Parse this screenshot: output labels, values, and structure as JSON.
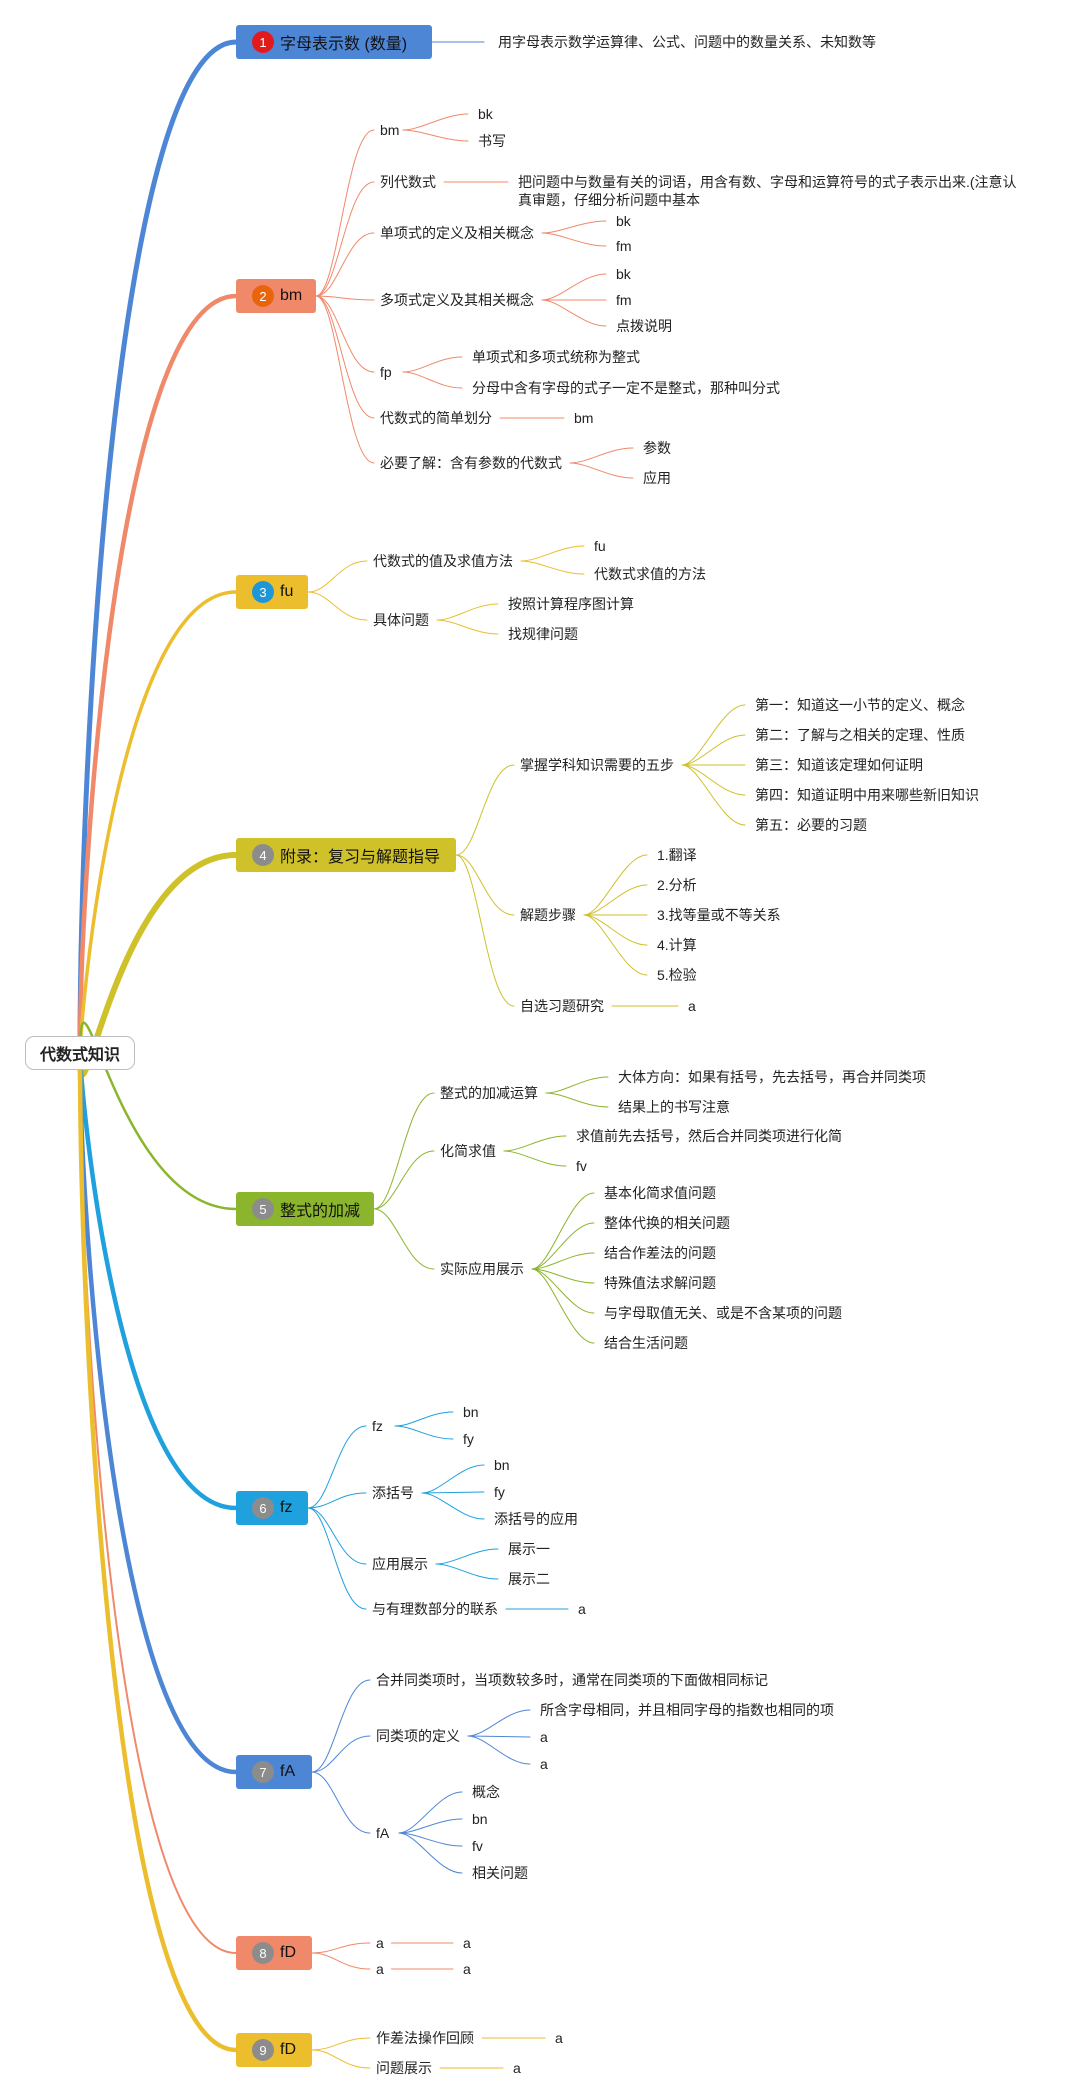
{
  "root": {
    "label": "代数式知识"
  },
  "colors": {
    "b1": "#4e86d6",
    "b2": "#f0896a",
    "b3": "#ecbe2e",
    "b4": "#cfc12a",
    "b5": "#8bb52c",
    "b6": "#1ea1dd",
    "b7": "#4e86d6",
    "b8": "#f0896a",
    "b9": "#ecbe2e"
  },
  "branches": [
    {
      "num": "1",
      "label": "字母表示数 (数量)",
      "badge": "#e11b1b",
      "badge_icon": "number-badge-icon",
      "children": [
        {
          "label": "用字母表示数学运算律、公式、问题中的数量关系、未知数等"
        }
      ]
    },
    {
      "num": "2",
      "label": "bm",
      "badge": "#e8650d",
      "badge_icon": "number-badge-icon",
      "children": [
        {
          "label": "bm",
          "children": [
            "bk",
            "书写"
          ]
        },
        {
          "label": "列代数式",
          "children": [
            "把问题中与数量有关的词语，用含有数、字母和运算符号的式子表示出来.(注意认真审题，仔细分析问题中基本"
          ]
        },
        {
          "label": "单项式的定义及相关概念",
          "children": [
            "bk",
            "fm"
          ]
        },
        {
          "label": "多项式定义及其相关概念",
          "children": [
            "bk",
            "fm",
            "点拨说明"
          ]
        },
        {
          "label": "fp",
          "children": [
            "单项式和多项式统称为整式",
            "分母中含有字母的式子一定不是整式，那种叫分式"
          ]
        },
        {
          "label": "代数式的简单划分",
          "children": [
            "bm"
          ]
        },
        {
          "label": "必要了解：含有参数的代数式",
          "children": [
            "参数",
            "应用"
          ]
        }
      ]
    },
    {
      "num": "3",
      "label": "fu",
      "badge": "#1e97d8",
      "badge_icon": "number-badge-icon",
      "children": [
        {
          "label": "代数式的值及求值方法",
          "children": [
            "fu",
            "代数式求值的方法"
          ]
        },
        {
          "label": "具体问题",
          "children": [
            "按照计算程序图计算",
            "找规律问题"
          ]
        }
      ]
    },
    {
      "num": "4",
      "label": "附录：复习与解题指导",
      "badge": "#8c8c8c",
      "badge_icon": "number-badge-icon",
      "children": [
        {
          "label": "掌握学科知识需要的五步",
          "children": [
            "第一：知道这一小节的定义、概念",
            "第二：了解与之相关的定理、性质",
            "第三：知道该定理如何证明",
            "第四：知道证明中用来哪些新旧知识",
            "第五：必要的习题"
          ]
        },
        {
          "label": "解题步骤",
          "children": [
            "1.翻译",
            "2.分析",
            "3.找等量或不等关系",
            "4.计算",
            "5.检验"
          ]
        },
        {
          "label": "自选习题研究",
          "children": [
            "a"
          ]
        }
      ]
    },
    {
      "num": "5",
      "label": "整式的加减",
      "badge": "#8c8c8c",
      "badge_icon": "number-badge-icon",
      "children": [
        {
          "label": "整式的加减运算",
          "children": [
            "大体方向：如果有括号，先去括号，再合并同类项",
            "结果上的书写注意"
          ]
        },
        {
          "label": "化简求值",
          "children": [
            "求值前先去括号，然后合并同类项进行化简",
            "fv"
          ]
        },
        {
          "label": "实际应用展示",
          "children": [
            "基本化简求值问题",
            "整体代换的相关问题",
            "结合作差法的问题",
            "特殊值法求解问题",
            "与字母取值无关、或是不含某项的问题",
            "结合生活问题"
          ]
        }
      ]
    },
    {
      "num": "6",
      "label": "fz",
      "badge": "#8c8c8c",
      "badge_icon": "number-badge-icon",
      "children": [
        {
          "label": "fz",
          "children": [
            "bn",
            "fy"
          ]
        },
        {
          "label": "添括号",
          "children": [
            "bn",
            "fy",
            "添括号的应用"
          ]
        },
        {
          "label": "应用展示",
          "children": [
            "展示一",
            "展示二"
          ]
        },
        {
          "label": "与有理数部分的联系",
          "children": [
            "a"
          ]
        }
      ]
    },
    {
      "num": "7",
      "label": "fA",
      "badge": "#8c8c8c",
      "badge_icon": "number-badge-icon",
      "children": [
        {
          "label": "合并同类项时，当项数较多时，通常在同类项的下面做相同标记"
        },
        {
          "label": "同类项的定义",
          "children": [
            "所含字母相同，并且相同字母的指数也相同的项",
            "a",
            "a"
          ]
        },
        {
          "label": "fA",
          "children": [
            "概念",
            "bn",
            "fv",
            "相关问题"
          ]
        }
      ]
    },
    {
      "num": "8",
      "label": "fD",
      "badge": "#8c8c8c",
      "badge_icon": "number-badge-icon",
      "children": [
        {
          "label": "a",
          "children": [
            "a"
          ]
        },
        {
          "label": "a",
          "children": [
            "a"
          ]
        }
      ]
    },
    {
      "num": "9",
      "label": "fD",
      "badge": "#8c8c8c",
      "badge_icon": "number-badge-icon",
      "children": [
        {
          "label": "作差法操作回顾",
          "children": [
            "a"
          ]
        },
        {
          "label": "问题展示",
          "children": [
            "a"
          ]
        }
      ]
    }
  ]
}
